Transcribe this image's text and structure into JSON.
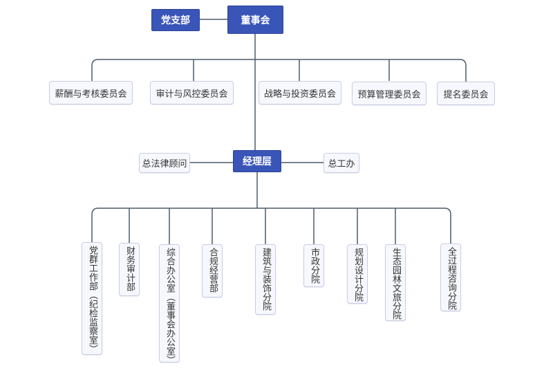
{
  "colors": {
    "primary_fill": "#3a55b8",
    "node_fill": "#f7f8fd",
    "node_border": "#c9cde6",
    "line": "#4a5a6a"
  },
  "top": {
    "party_branch": "党支部",
    "board": "董事会"
  },
  "committees": [
    "薪酬与考核委员会",
    "审计与风控委员会",
    "战略与投资委员会",
    "预算管理委员会",
    "提名委员会"
  ],
  "management": {
    "label": "经理层",
    "left_aide": "总法律顾问",
    "right_aide": "总工办"
  },
  "departments": [
    "党群工作部（纪检监察室）",
    "财务审计部",
    "综合办公室（董事会办公室）",
    "合规经营部",
    "建筑与装饰分院",
    "市政分院",
    "规划设计分院",
    "生态园林文旅分院",
    "全过程咨询分院"
  ]
}
